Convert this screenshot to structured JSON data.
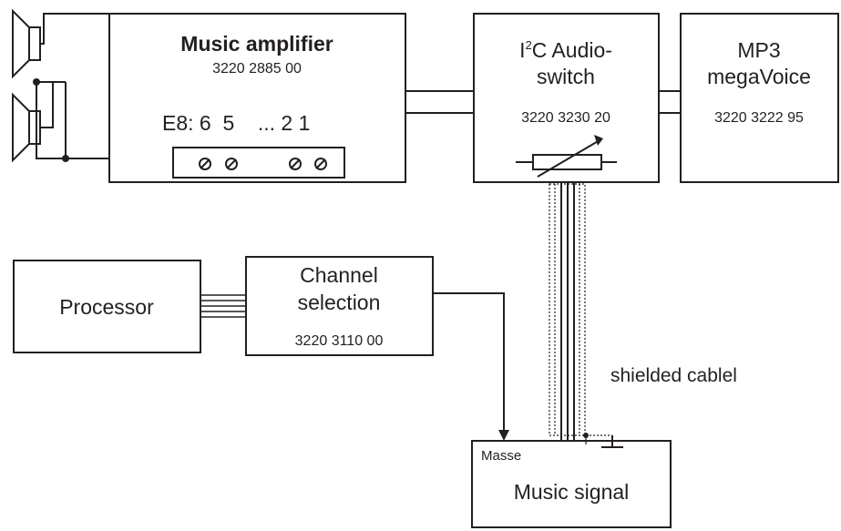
{
  "music_amplifier": {
    "title": "Music amplifier",
    "part_number": "3220 2885 00",
    "terminals_label": "E8: 6  5    ... 2 1"
  },
  "audio_switch": {
    "title_prefix": "I",
    "title_superscript": "2",
    "title_rest": "C Audio-",
    "title_line2": "switch",
    "part_number": "3220 3230 20"
  },
  "mp3": {
    "title_line1": "MP3",
    "title_line2": "megaVoice",
    "part_number": "3220 3222 95"
  },
  "processor": {
    "title": "Processor"
  },
  "channel_selection": {
    "title_line1": "Channel",
    "title_line2": "selection",
    "part_number": "3220 3110 00"
  },
  "shielded_cable": {
    "label": "shielded cablel"
  },
  "music_signal": {
    "title": "Music signal",
    "ground_label": "Masse"
  },
  "colors": {
    "stroke": "#231f20",
    "background": "#ffffff"
  }
}
